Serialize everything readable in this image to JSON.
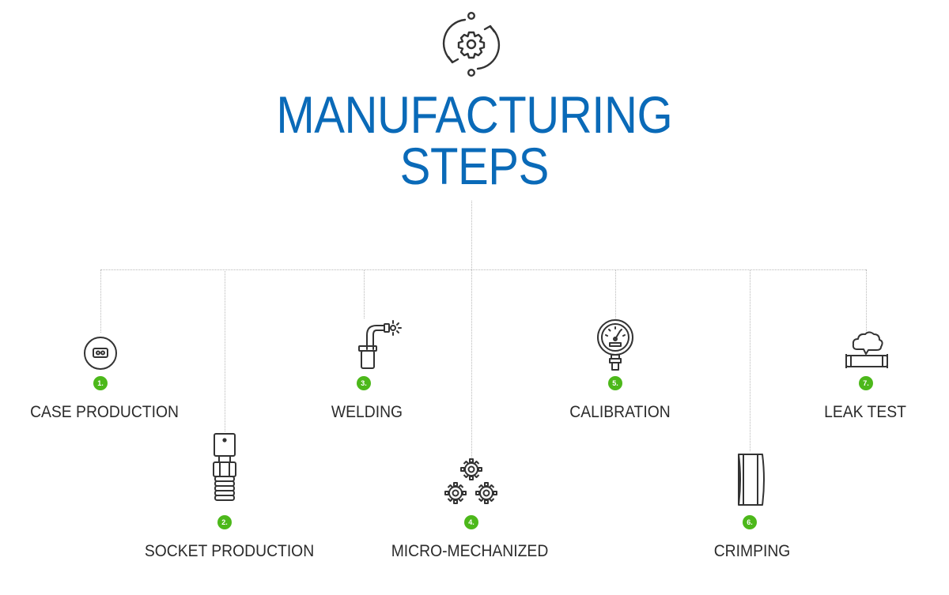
{
  "header": {
    "icon": "gear-cycle-icon",
    "title_line_1": "MANUFACTURING",
    "title_line_2": "STEPS"
  },
  "colors": {
    "title": "#0a6ab8",
    "badge": "#4cb81a",
    "label": "#2b2b2b",
    "connector": "#b8b8b8",
    "icon_stroke": "#333333"
  },
  "steps": [
    {
      "number": "1.",
      "label": "CASE PRODUCTION",
      "icon": "case-icon"
    },
    {
      "number": "2.",
      "label": "SOCKET PRODUCTION",
      "icon": "socket-icon"
    },
    {
      "number": "3.",
      "label": "WELDING",
      "icon": "welding-torch-icon"
    },
    {
      "number": "4.",
      "label": "MICRO-MECHANIZED",
      "icon": "gears-icon"
    },
    {
      "number": "5.",
      "label": "CALIBRATION",
      "icon": "pressure-gauge-icon"
    },
    {
      "number": "6.",
      "label": "CRIMPING",
      "icon": "crimp-ring-icon"
    },
    {
      "number": "7.",
      "label": "LEAK TEST",
      "icon": "leaking-pipe-icon"
    }
  ]
}
